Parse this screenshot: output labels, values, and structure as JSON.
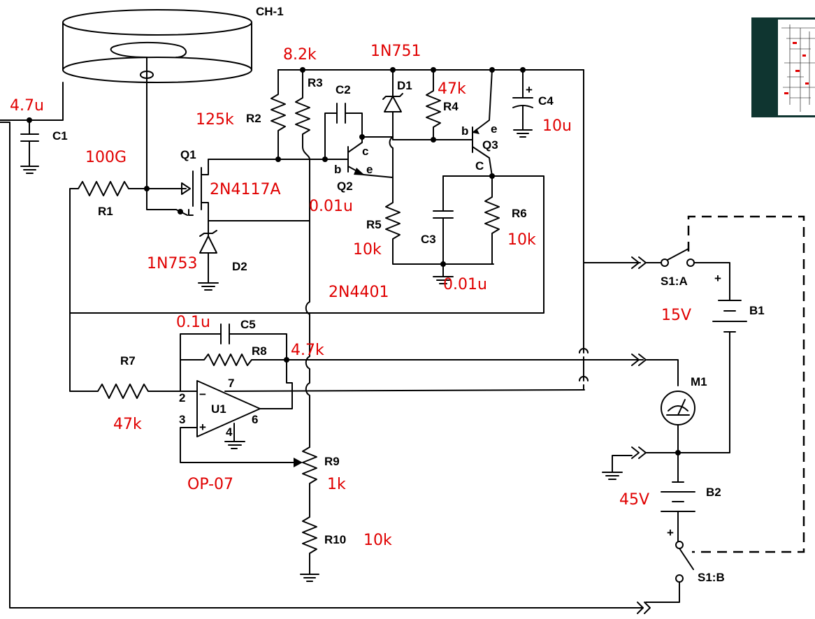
{
  "diagram": {
    "probe_label": "CH-1",
    "refs": {
      "C1": "C1",
      "R1": "R1",
      "Q1": "Q1",
      "D2": "D2",
      "R2": "R2",
      "R3": "R3",
      "C2": "C2",
      "D1": "D1",
      "R4": "R4",
      "C4": "C4",
      "Q2": "Q2",
      "Q3": "Q3",
      "R5": "R5",
      "C3": "C3",
      "R6": "R6",
      "C5": "C5",
      "R8": "R8",
      "R7": "R7",
      "U1": "U1",
      "R9": "R9",
      "R10": "R10",
      "M1": "M1",
      "B1": "B1",
      "B2": "B2",
      "S1A": "S1:A",
      "S1B": "S1:B"
    },
    "pins": {
      "q2_b": "b",
      "q2_c": "c",
      "q2_e": "e",
      "q3_b": "b",
      "q3_e": "e",
      "q3_c": "C",
      "u1_2": "2",
      "u1_3": "3",
      "u1_4": "4",
      "u1_6": "6",
      "u1_7": "7",
      "minus": "−",
      "plus": "+",
      "c4_plus": "+",
      "b1_plus": "+",
      "b2_plus": "+"
    },
    "values": {
      "c1": "4.7u",
      "r1": "100G",
      "q1": "2N4117A",
      "d2": "1N753",
      "r2": "125k",
      "r3": "8.2k",
      "c2": "0.01u",
      "d1": "1N751",
      "r4": "47k",
      "c4": "10u",
      "r5": "10k",
      "c3": "0.01u",
      "r6": "10k",
      "q2": "2N4401",
      "c5": "0.1u",
      "r8": "4.7k",
      "r7": "47k",
      "u1": "OP-07",
      "r9": "1k",
      "r10": "10k",
      "b1": "15V",
      "b2": "45V"
    }
  },
  "thumbnail": {
    "bg": "#0f3530"
  }
}
